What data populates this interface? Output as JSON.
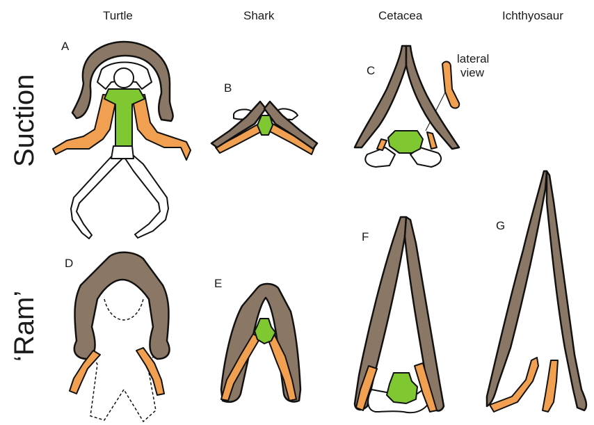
{
  "columns": [
    "Turtle",
    "Shark",
    "Cetacea",
    "Ichthyosaur"
  ],
  "rows": [
    "Suction",
    "‘Ram’"
  ],
  "panels": [
    "A",
    "B",
    "C",
    "D",
    "E",
    "F",
    "G"
  ],
  "annotation": {
    "line1": "lateral",
    "line2": "view"
  },
  "colors": {
    "jaw_bone": "#8b7765",
    "hyoid_horn": "#f0a050",
    "hyoid_body": "#7fc832",
    "cartilage": "#ffffff"
  }
}
